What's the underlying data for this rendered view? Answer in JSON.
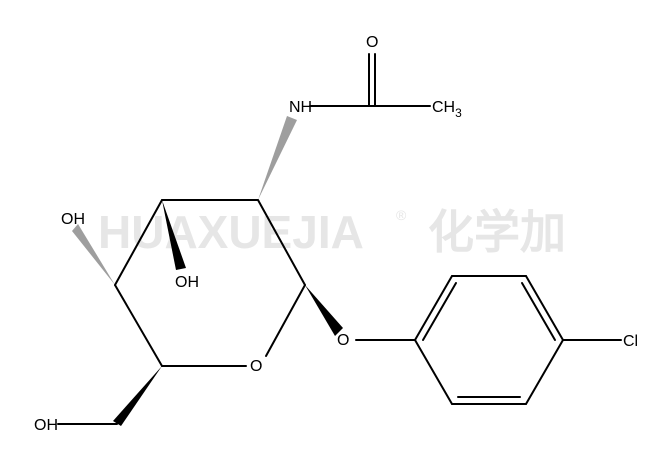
{
  "watermark": {
    "latin": "HUAXUEJIA",
    "registered_mark": "®",
    "chinese": "化学加",
    "color": "#e6e6e6"
  },
  "atoms": {
    "carbonyl_o": "O",
    "nh": "NH",
    "ch3_main": "CH",
    "ch3_sub": "3",
    "oh_c4": "OH",
    "oh_c3": "OH",
    "ring_o": "O",
    "glycosidic_o": "O",
    "ch2oh": "OH",
    "cl": "Cl"
  },
  "colors": {
    "bond": "#000000",
    "hash_wedge": "#9e9e9e",
    "background": "#ffffff"
  }
}
